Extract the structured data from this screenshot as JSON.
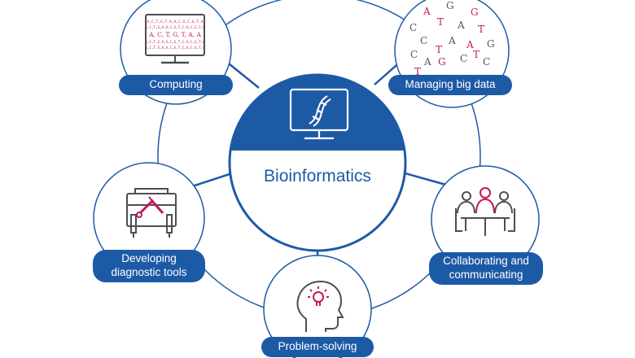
{
  "diagram": {
    "center": {
      "title": "Bioinformatics",
      "icon": "dna-monitor-icon"
    },
    "nodes": [
      {
        "id": "computing",
        "label": "Computing",
        "icon": "monitor-sequence-icon",
        "screen_lines": [
          "A,C,T,G,T,A,A,C,G,C,G,T,A",
          "A,C,T,G,A,A,C,G,T,C,A,C,G,T,A",
          "A, C, T, G, T, A, A",
          "A,C,T,G,A,A,C,G,T,C,A,C,G,T,A",
          "A,C,T,G,A,A,C,G,T,C,A,C,G,T,A"
        ]
      },
      {
        "id": "big-data",
        "label": "Managing big data",
        "icon": "scattered-letters-icon",
        "letters": [
          "A",
          "G",
          "C",
          "T",
          "A",
          "G",
          "C",
          "A",
          "T",
          "T",
          "A",
          "G",
          "C",
          "A",
          "T",
          "G",
          "C",
          "T",
          "C"
        ]
      },
      {
        "id": "diagnostic-tools",
        "label_lines": [
          "Developing",
          "diagnostic tools"
        ],
        "icon": "toolbox-icon"
      },
      {
        "id": "collaborating",
        "label_lines": [
          "Collaborating and",
          "communicating"
        ],
        "icon": "people-at-table-icon"
      },
      {
        "id": "problem-solving",
        "label": "Problem-solving",
        "icon": "head-lightbulb-icon"
      }
    ]
  },
  "colors": {
    "primary": "#1d5aa6",
    "accent": "#c2185b",
    "icon_grey": "#4a4f55",
    "letter_grey": "#555555"
  }
}
